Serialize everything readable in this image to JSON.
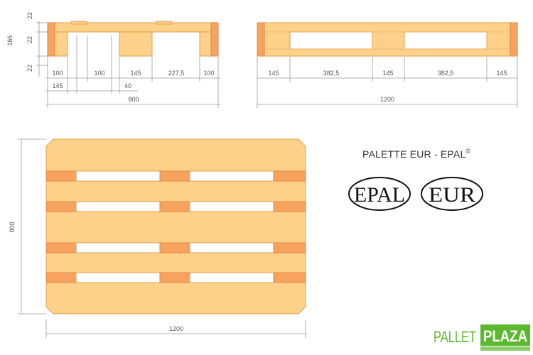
{
  "front_view": {
    "height_labels": [
      "22",
      "166",
      "22",
      "22"
    ],
    "width_labels_top": [
      "100",
      "100",
      "145",
      "227,5",
      "100"
    ],
    "width_labels_bottom": [
      "145",
      "40"
    ],
    "total_width": "800"
  },
  "side_view": {
    "width_labels": [
      "145",
      "382,5",
      "145",
      "382,5",
      "145"
    ],
    "total_width": "1200"
  },
  "top_view": {
    "height_label": "800",
    "width_label": "1200"
  },
  "title": "PALETTE EUR - EPAL",
  "title_mark": "©",
  "logos": [
    "EPAL",
    "EUR"
  ],
  "brand": {
    "part1": "PALLET",
    "part2": "PLAZA"
  },
  "colors": {
    "wood": "#fdd189",
    "block": "#f7a25f",
    "brand_green": "#5cb82e"
  }
}
